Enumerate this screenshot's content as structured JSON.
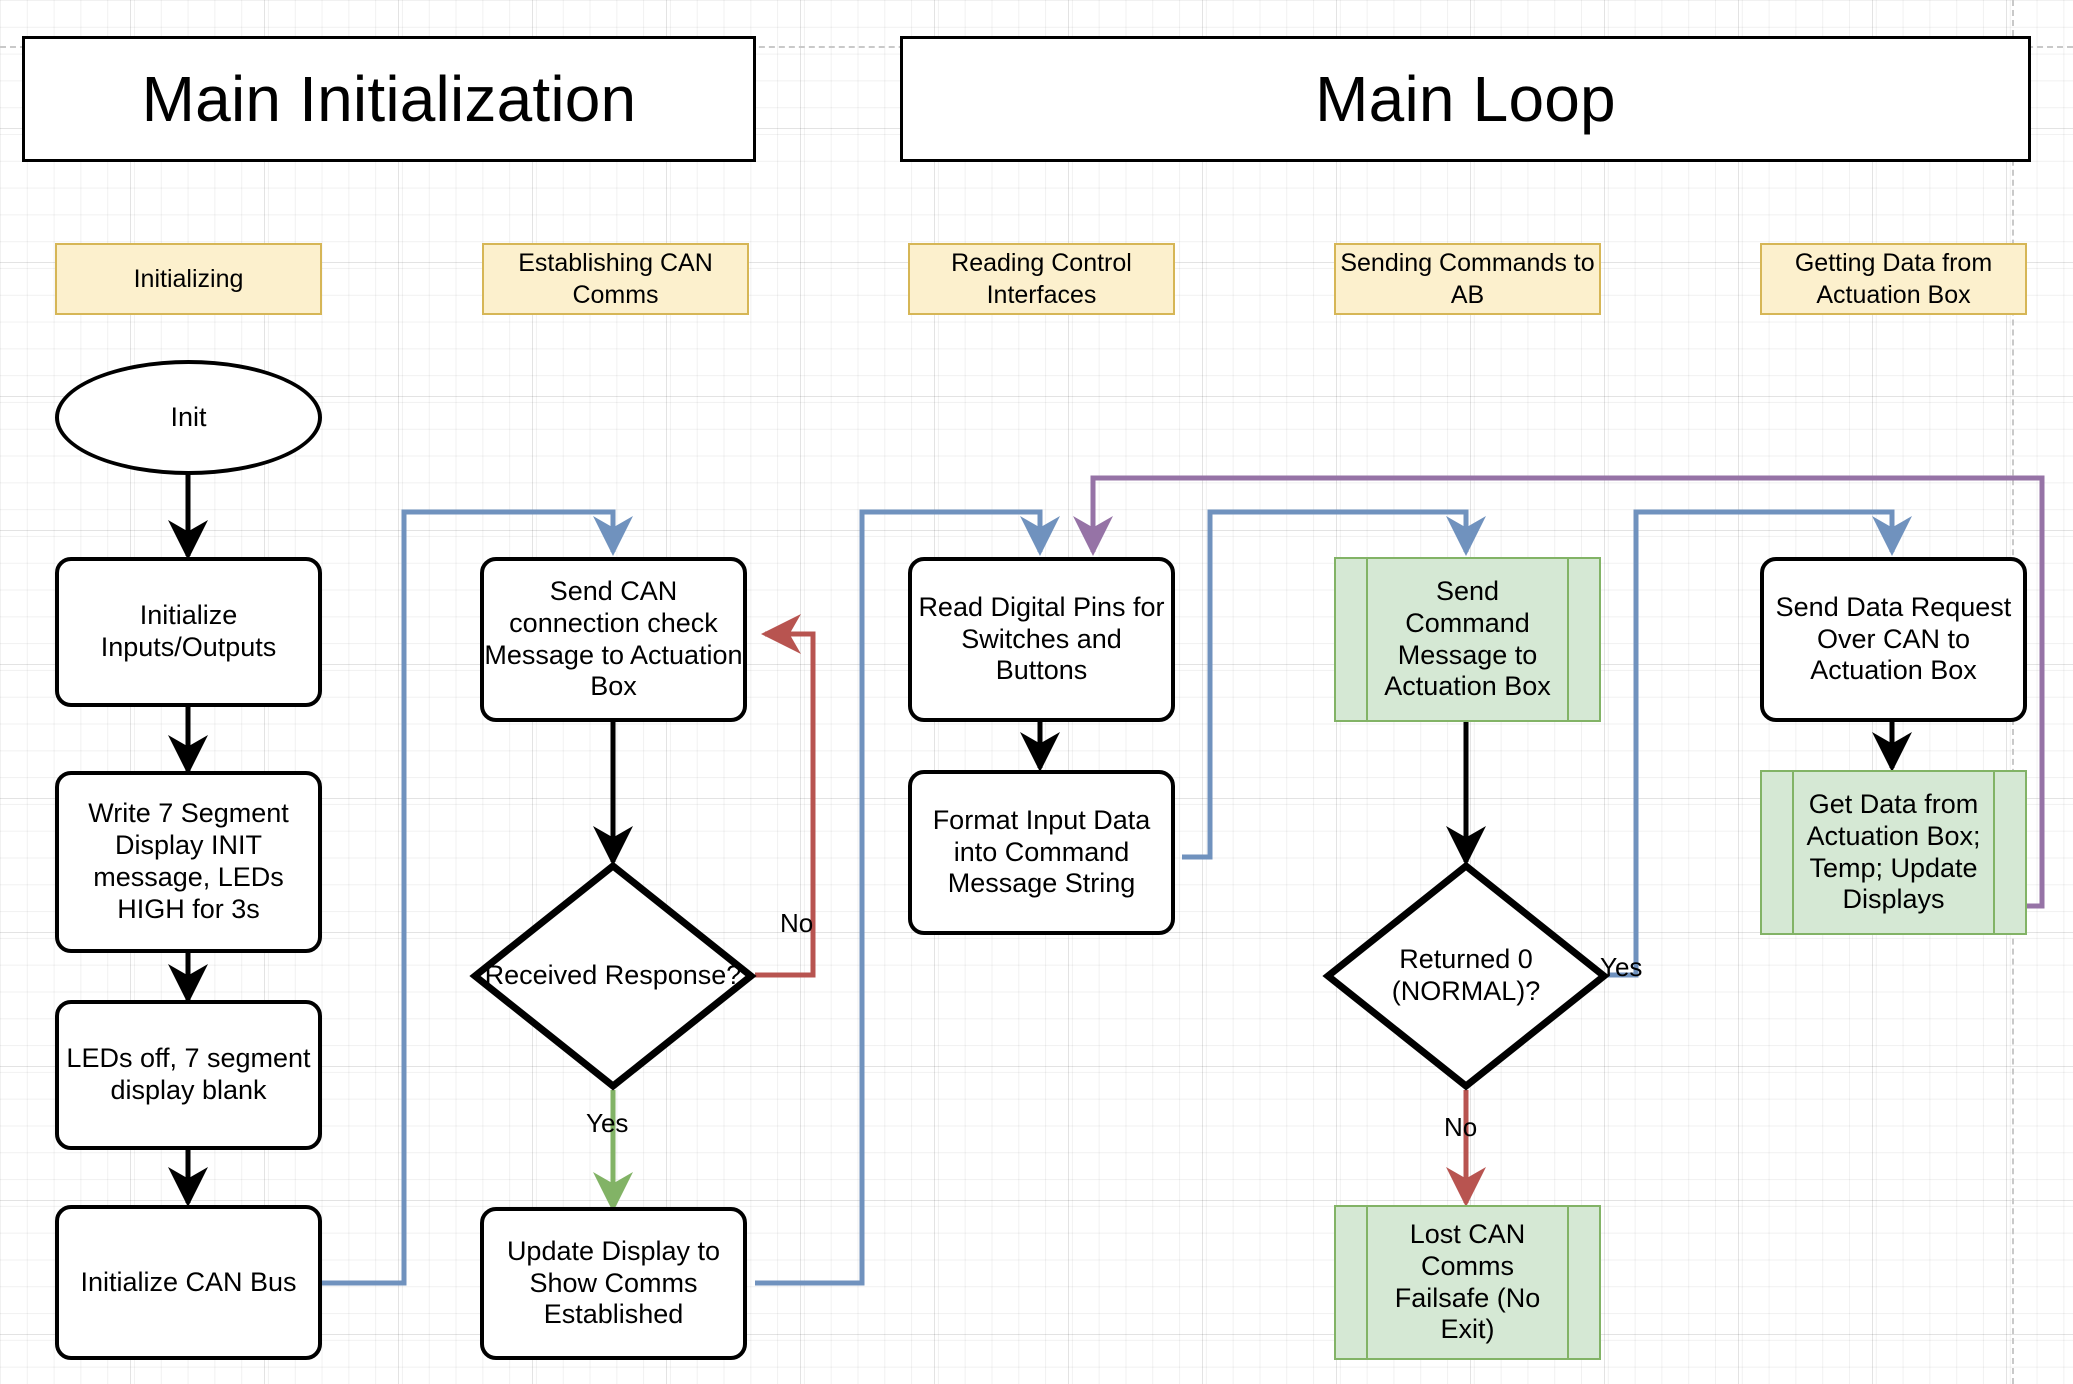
{
  "diagram": {
    "type": "flowchart",
    "titles": [
      {
        "id": "main-init",
        "label": "Main Initialization"
      },
      {
        "id": "main-loop",
        "label": "Main Loop"
      }
    ],
    "group_labels": [
      {
        "id": "initializing",
        "label": "Initializing"
      },
      {
        "id": "establishing-can",
        "label": "Establishing CAN Comms"
      },
      {
        "id": "reading-control",
        "label": "Reading Control Interfaces"
      },
      {
        "id": "sending-commands",
        "label": "Sending Commands to AB"
      },
      {
        "id": "getting-data",
        "label": "Getting Data from Actuation Box"
      }
    ],
    "nodes": [
      {
        "id": "init",
        "shape": "ellipse",
        "label": "Init"
      },
      {
        "id": "init-io",
        "shape": "process",
        "label": "Initialize Inputs/Outputs"
      },
      {
        "id": "write-7seg",
        "shape": "process",
        "label": "Write 7 Segment Display INIT message, LEDs HIGH for 3s"
      },
      {
        "id": "leds-off",
        "shape": "process",
        "label": "LEDs off, 7 segment display blank"
      },
      {
        "id": "init-can",
        "shape": "process",
        "label": "Initialize CAN Bus"
      },
      {
        "id": "send-can-check",
        "shape": "process",
        "label": "Send CAN connection check Message to Actuation Box"
      },
      {
        "id": "received-resp",
        "shape": "decision",
        "label": "Received Response?"
      },
      {
        "id": "update-display",
        "shape": "process",
        "label": "Update Display to Show Comms Established"
      },
      {
        "id": "read-pins",
        "shape": "process",
        "label": "Read Digital Pins for Switches and Buttons"
      },
      {
        "id": "format-input",
        "shape": "process",
        "label": "Format Input Data into Command Message String"
      },
      {
        "id": "send-command",
        "shape": "predefined",
        "label": "Send Command Message to Actuation Box"
      },
      {
        "id": "returned-zero",
        "shape": "decision",
        "label": "Returned 0 (NORMAL)?"
      },
      {
        "id": "failsafe",
        "shape": "predefined",
        "label": "Lost CAN Comms Failsafe (No Exit)"
      },
      {
        "id": "send-data-req",
        "shape": "process",
        "label": "Send Data Request Over CAN to Actuation Box"
      },
      {
        "id": "get-data",
        "shape": "predefined",
        "label": "Get Data from Actuation Box; Temp; Update Displays"
      }
    ],
    "edge_labels": [
      {
        "id": "no-received",
        "label": "No"
      },
      {
        "id": "yes-received",
        "label": "Yes"
      },
      {
        "id": "yes-returned",
        "label": "Yes"
      },
      {
        "id": "no-returned",
        "label": "No"
      }
    ],
    "colors": {
      "node_border": "#000000",
      "node_fill": "#ffffff",
      "group_label_fill": "#fcf0cd",
      "group_label_border": "#d6b656",
      "predefined_fill": "#d5e8d4",
      "predefined_border": "#82b366",
      "flow_black": "#000000",
      "flow_blue": "#7092be",
      "flow_red": "#b85450",
      "flow_green": "#82b366",
      "flow_purple": "#9673a6"
    }
  }
}
